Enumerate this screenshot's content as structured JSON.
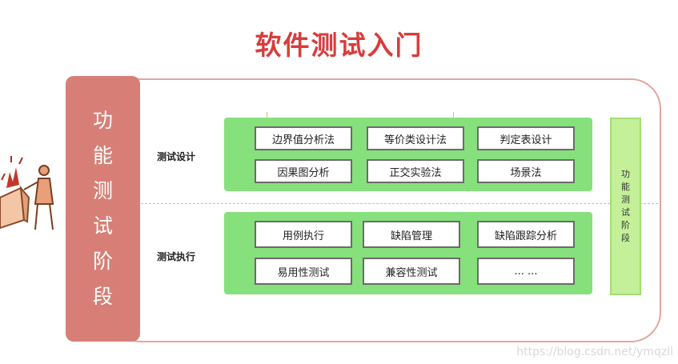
{
  "title": "软件测试入门",
  "left_panel_label": "功能测试阶段",
  "right_panel_label": "功能测试阶段",
  "rows": [
    {
      "label": "测试设计",
      "items": [
        "边界值分析法",
        "等价类设计法",
        "判定表设计",
        "因果图分析",
        "正交实验法",
        "场景法"
      ]
    },
    {
      "label": "测试执行",
      "items": [
        "用例执行",
        "缺陷管理",
        "缺陷跟踪分析",
        "易用性测试",
        "兼容性测试",
        "... ..."
      ]
    }
  ],
  "watermark": "https://blog.csdn.net/ymqzll",
  "colors": {
    "title": "#d93c3c",
    "left_panel": "#d77f76",
    "group": "#86e07c",
    "right_panel": "#c4f09a"
  },
  "illustration": "person-examining-burning-box-illustration"
}
